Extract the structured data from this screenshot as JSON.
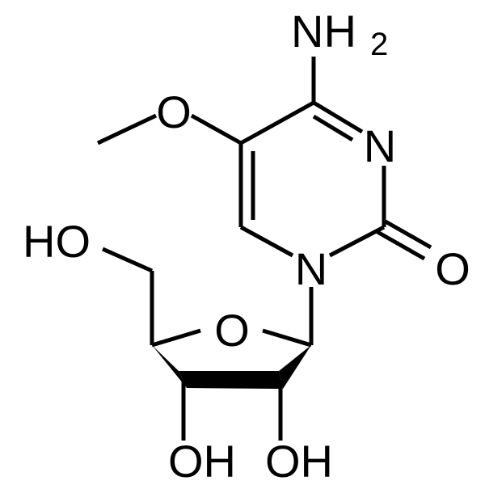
{
  "atoms": {
    "amino": "NH",
    "amino_subscript": "2",
    "methoxy_oxygen": "O",
    "ring_nitrogen_3": "N",
    "ring_nitrogen_1": "N",
    "carbonyl_oxygen": "O",
    "hydroxymethyl": "HO",
    "ring_oxygen": "O",
    "hydroxyl_left": "OH",
    "hydroxyl_right": "OH"
  },
  "colors": {
    "ink": "#000000",
    "background": "#ffffff"
  }
}
